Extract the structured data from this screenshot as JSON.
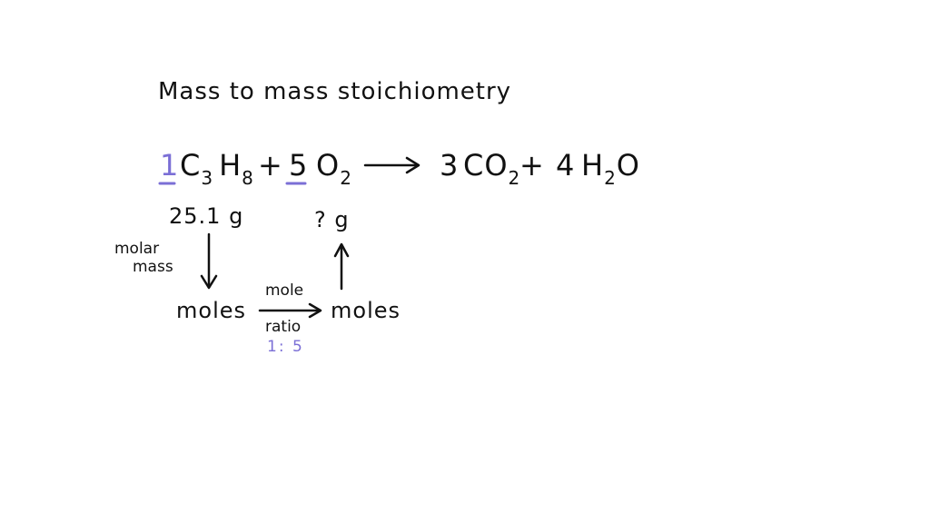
{
  "title": "Mass to mass stoichiometry",
  "equation": {
    "coef1": "1",
    "reactant1": {
      "a": "C",
      "a_sub": "3",
      "b": "H",
      "b_sub": "8"
    },
    "plus1": "+",
    "coef2": "5",
    "reactant2": {
      "a": "O",
      "a_sub": "2"
    },
    "product1": {
      "coef": "3",
      "a": "CO",
      "a_sub": "2"
    },
    "plus2": "+",
    "product2": {
      "coef": "4",
      "a": "H",
      "a_sub": "2",
      "b": "O"
    }
  },
  "given_mass": "25.1 g",
  "unknown_mass": "? g",
  "molar_mass_label": [
    "molar",
    "mass"
  ],
  "moles_left": "moles",
  "moles_right": "moles",
  "mole_ratio_label": [
    "mole",
    "ratio"
  ],
  "ratio_value": "1: 5",
  "colors": {
    "ink": "#111111",
    "accent": "#7b6fd6"
  }
}
